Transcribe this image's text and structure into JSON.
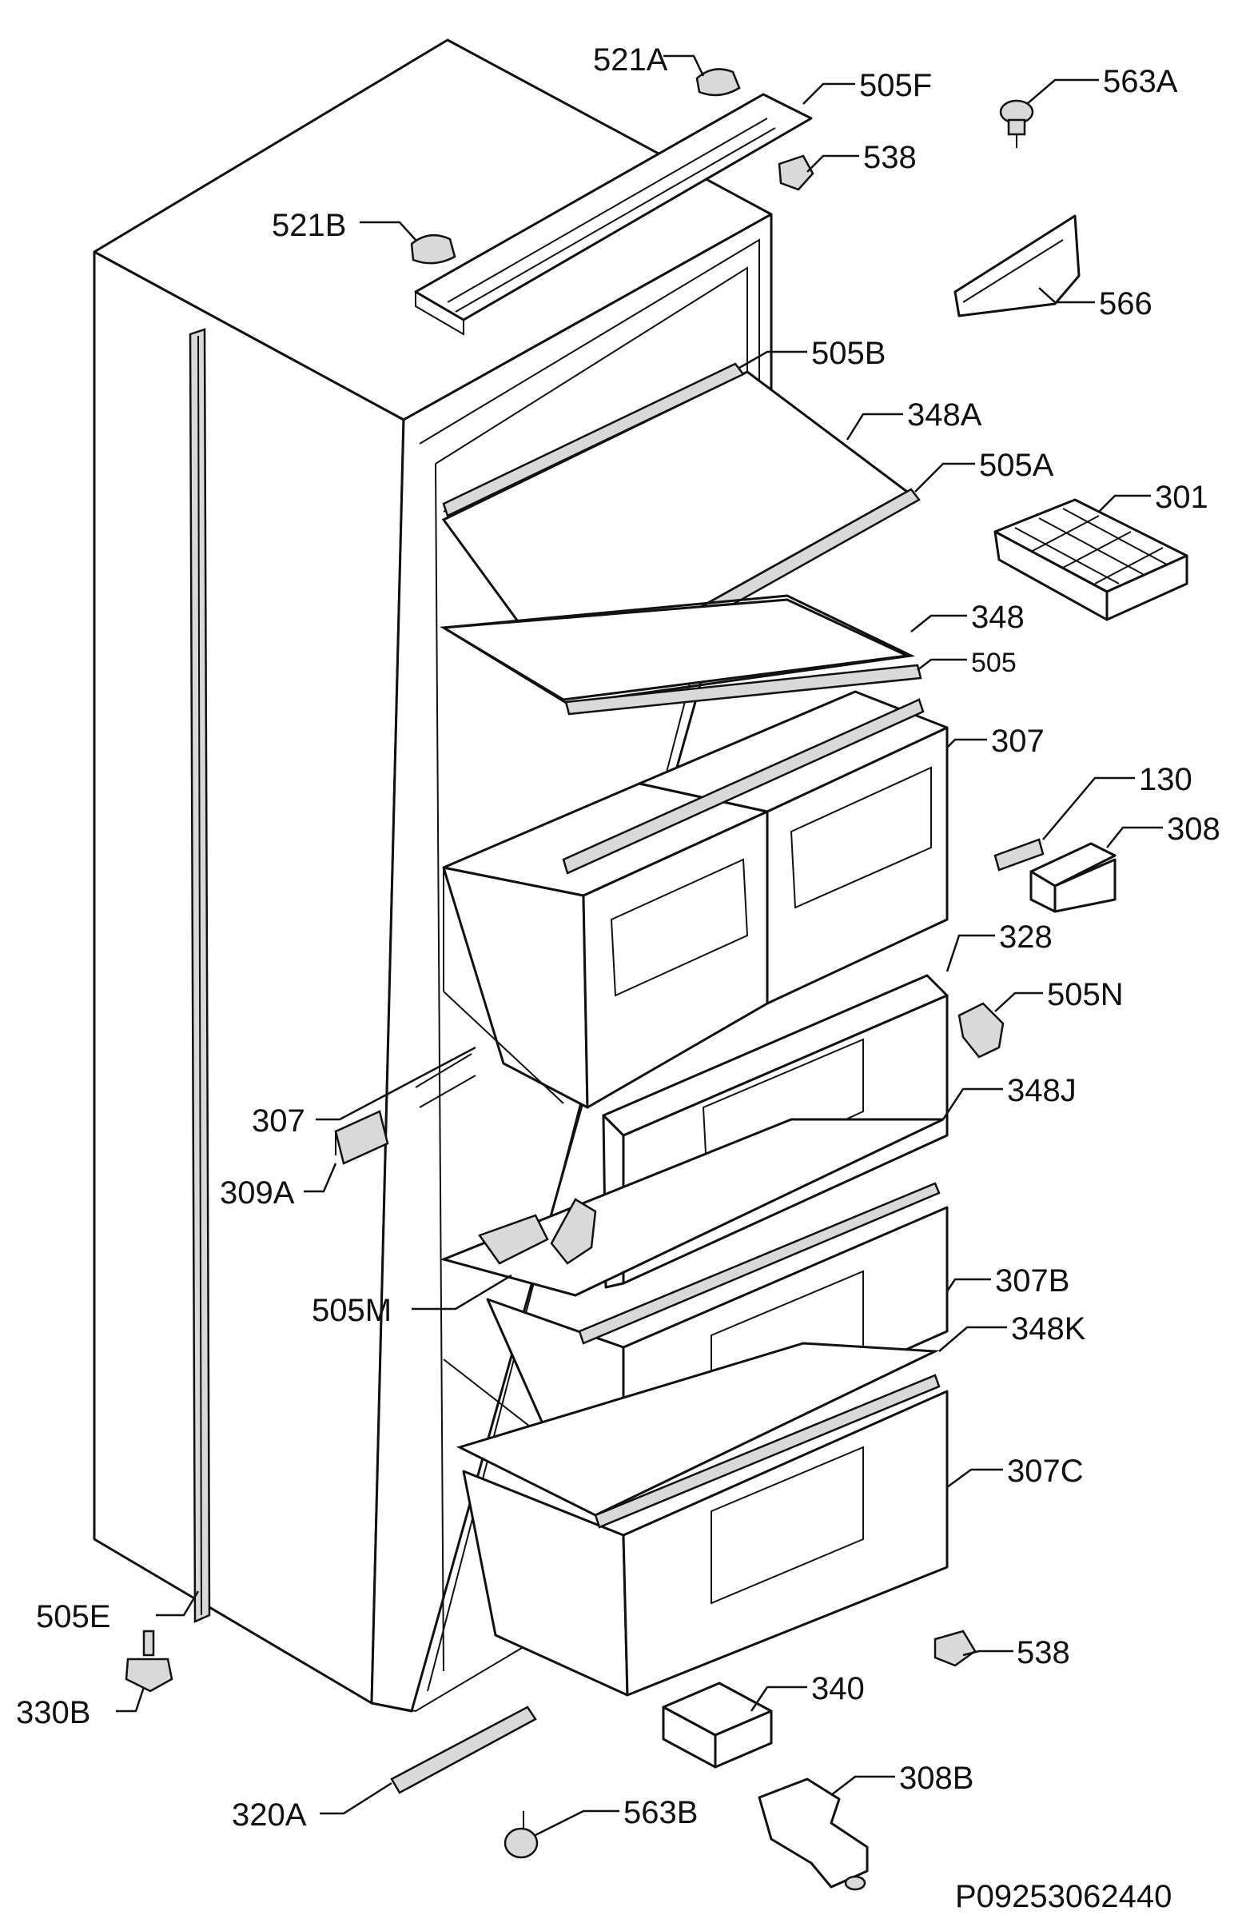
{
  "labels": {
    "p521a": "521A",
    "p505f": "505F",
    "p563a": "563A",
    "p538_top": "538",
    "p521b": "521B",
    "p566": "566",
    "p505b": "505B",
    "p348a": "348A",
    "p505a": "505A",
    "p301": "301",
    "p348": "348",
    "p505": "505",
    "p307_top": "307",
    "p130": "130",
    "p308": "308",
    "p328": "328",
    "p505n": "505N",
    "p307_left": "307",
    "p348j": "348J",
    "p309a": "309A",
    "p505m": "505M",
    "p307b": "307B",
    "p348k": "348K",
    "p307c": "307C",
    "p505e": "505E",
    "p330b": "330B",
    "p538_bottom": "538",
    "p340": "340",
    "p320a": "320A",
    "p308b": "308B",
    "p563b": "563B"
  },
  "document_id": "P09253062440"
}
